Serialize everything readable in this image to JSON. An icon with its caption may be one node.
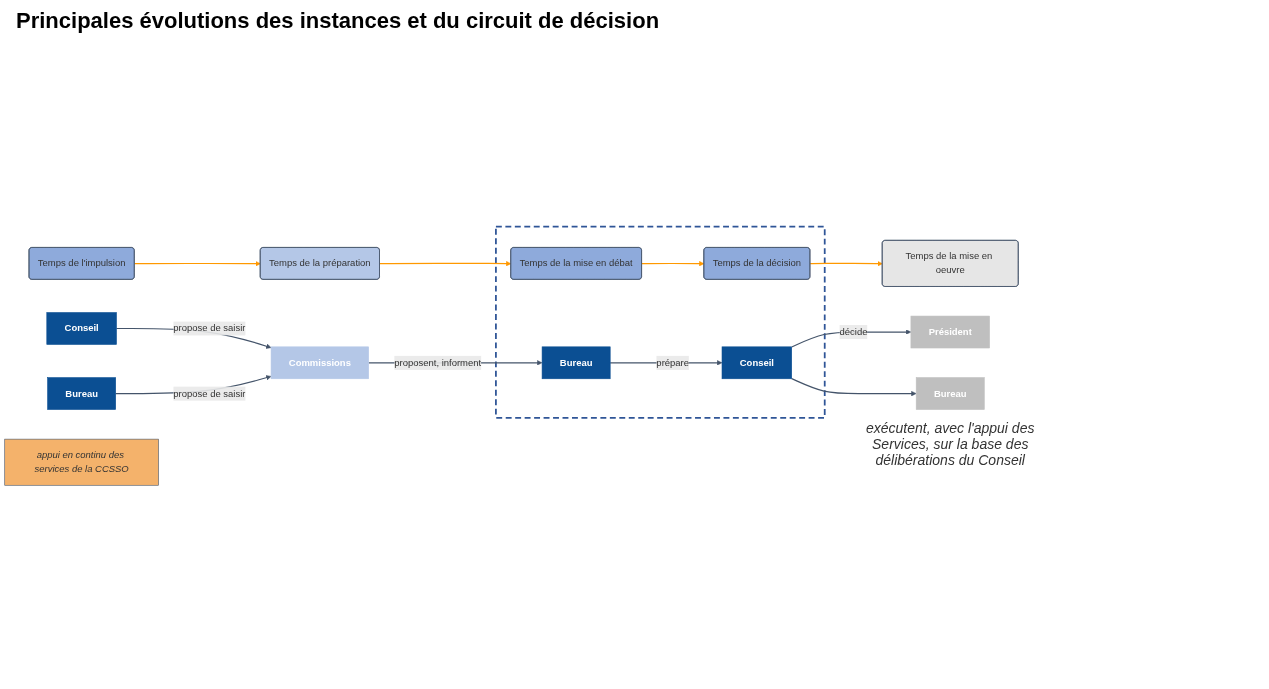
{
  "diagram": {
    "title": "Principales évolutions des instances et du circuit de décision",
    "nodes": [
      {
        "text": [
          "Temps de l'impulsion"
        ]
      },
      {
        "text": [
          "Temps de la préparation"
        ]
      },
      {
        "text": [],
        "shape": "box"
      },
      {
        "text": [
          "Temps de la mise en débat"
        ],
        "in": 2
      },
      {
        "text": [
          "Temps de la décision"
        ],
        "in": 2
      },
      {
        "text": [
          "Temps de la mise en oeuvre"
        ]
      },
      {
        "text": [
          "Conseil"
        ]
      },
      {
        "text": [
          "Bureau"
        ]
      },
      {
        "text": [
          "Commissions"
        ]
      },
      {
        "text": [
          "Bureau"
        ],
        "in": 2
      },
      {
        "text": [
          "Conseil"
        ],
        "in": 2
      },
      {
        "text": [
          "Président"
        ]
      },
      {
        "text": [
          "Bureau"
        ],
        "beside": [
          "exécutent, avec l'appui des Services, sur la base des délibérations du Conseil"
        ]
      },
      {
        "text": [
          "appui en continu des services de la CCSSO"
        ]
      }
    ],
    "edges": [
      {
        "from": 0,
        "to": 1,
        "arrow": "to",
        "color": "#ff9900"
      },
      {
        "from": 1,
        "to": 3,
        "arrow": "to",
        "color": "#ff9900"
      },
      {
        "from": 3,
        "to": 4,
        "arrow": "to",
        "color": "#ff9900"
      },
      {
        "from": 4,
        "to": 5,
        "arrow": "to",
        "color": "#ff9900"
      },
      {
        "from": 6,
        "to": 8,
        "arrow": "to",
        "label": "propose de saisir"
      },
      {
        "from": 7,
        "to": 8,
        "arrow": "to",
        "label": "propose de saisir"
      },
      {
        "from": 8,
        "to": 9,
        "arrow": "to",
        "label": "proposent, informent"
      },
      {
        "from": 9,
        "to": 10,
        "arrow": "to",
        "label": "prépare"
      },
      {
        "from": 10,
        "to": 11,
        "arrow": "to",
        "label": "décide"
      },
      {
        "from": 10,
        "to": 12,
        "arrow": "to"
      }
    ]
  }
}
